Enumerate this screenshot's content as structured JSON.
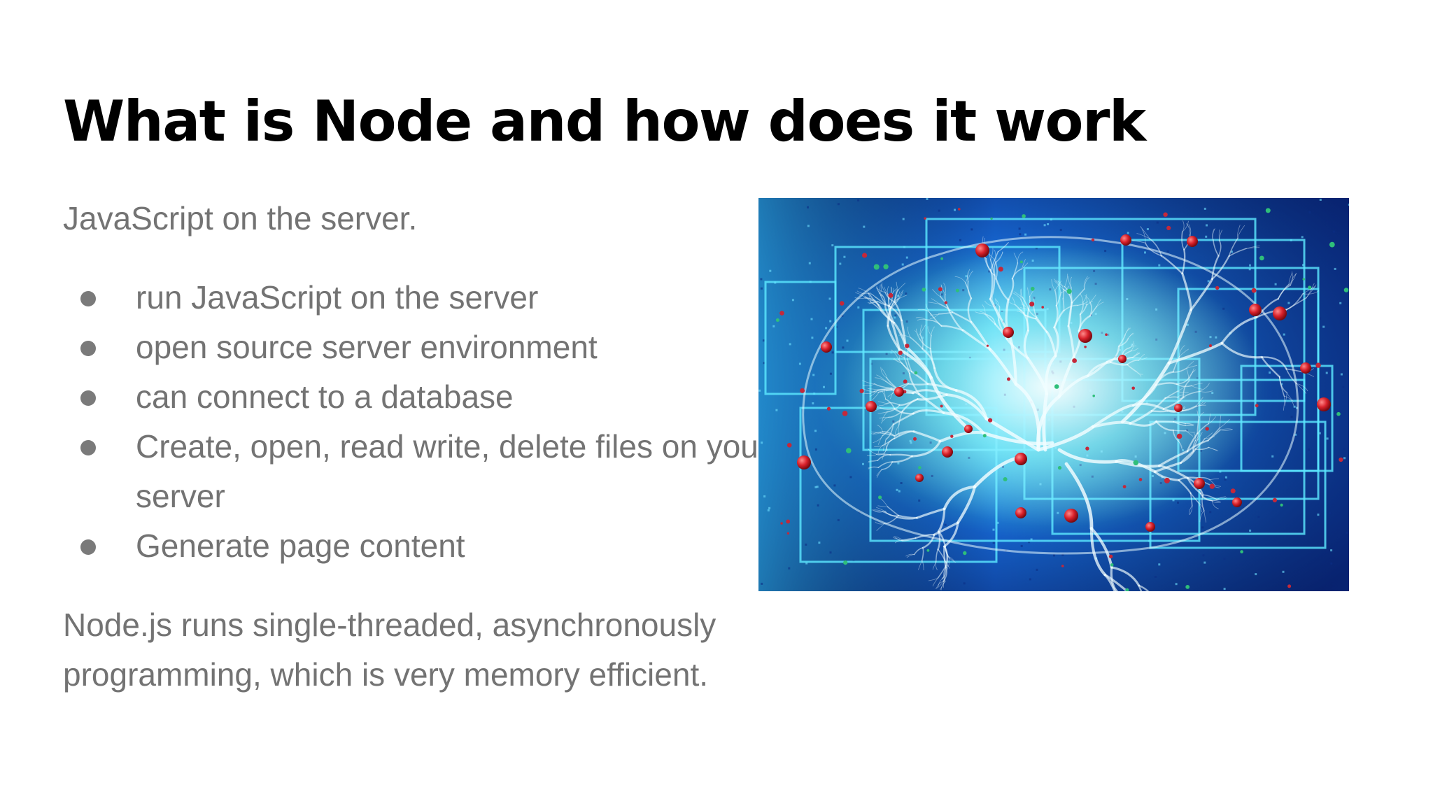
{
  "slide": {
    "title": "What is Node and how does it work",
    "intro": "JavaScript on the server.",
    "bullets": [
      "run JavaScript on the server",
      "open source server environment",
      "can connect to a database",
      "Create, open, read write, delete files on your server",
      "Generate page content"
    ],
    "outro": "Node.js runs single-threaded, asynchronously programming, which is very memory efficient."
  },
  "image": {
    "icon": "neural-circuit-brain-illustration",
    "colors": {
      "deep_blue": "#0a2a7a",
      "mid_blue": "#1560c8",
      "cyan": "#3fd6f0",
      "glow": "#e8fbff",
      "node_red": "#d8202a"
    }
  },
  "colors": {
    "title": "#000000",
    "body_text": "#737373",
    "background": "#ffffff"
  }
}
